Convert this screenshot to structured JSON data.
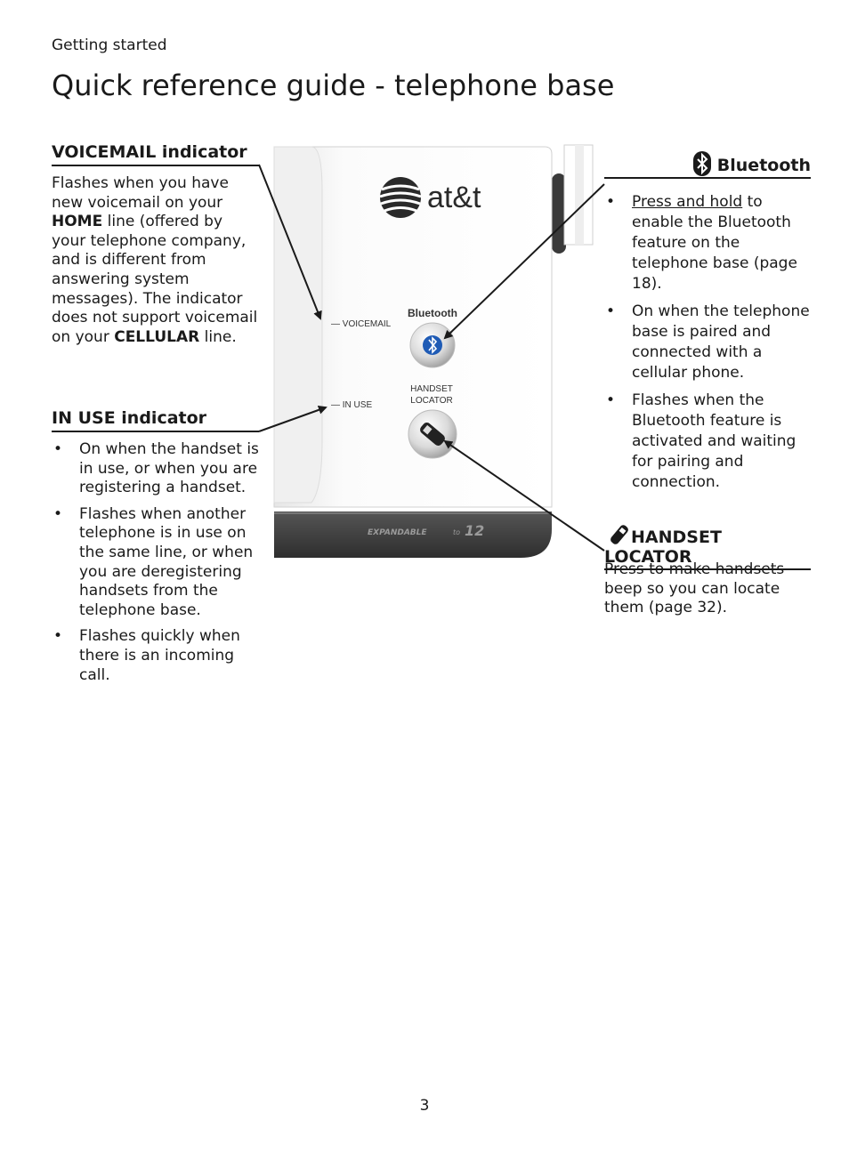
{
  "header": {
    "section": "Getting started",
    "title": "Quick reference guide - telephone base"
  },
  "voicemail": {
    "heading": "VOICEMAIL indicator",
    "text_1": "Flashes when you have new voicemail on your ",
    "home": "HOME",
    "text_2": " line (offered by your telephone company, and is different from answering system messages). The indicator does not support voicemail on your ",
    "cellular": "CELLULAR",
    "text_3": " line."
  },
  "in_use": {
    "heading": "IN USE indicator",
    "bullets": [
      "On when the handset is in use, or when you are registering a handset.",
      "Flashes when another telephone is in use on the same line, or when you are deregistering handsets from the telephone base.",
      "Flashes quickly when there is an incoming call."
    ]
  },
  "bluetooth": {
    "heading": "Bluetooth",
    "bullet_1_link": "Press and hold",
    "bullet_1_rest": " to enable the Bluetooth feature on the telephone base (page 18).",
    "bullet_2": "On when the telephone base is paired and connected with a cellular phone.",
    "bullet_3": "Flashes when the Bluetooth feature is activated and waiting for pairing and connection."
  },
  "handset_locator": {
    "heading": "HANDSET LOCATOR",
    "text": "Press to make handsets beep so you can locate them (page 32)."
  },
  "device": {
    "brand": "at&t",
    "voicemail_label": "— VOICEMAIL",
    "in_use_label": "— IN USE",
    "bluetooth_label": "Bluetooth",
    "locator_label_1": "HANDSET",
    "locator_label_2": "LOCATOR",
    "expandable": "EXPANDABLE",
    "expandable_to": "to",
    "expandable_num": "12"
  },
  "footer": {
    "page_number": "3"
  },
  "colors": {
    "text": "#1a1a1a",
    "bluetooth_blue": "#1f5bb5",
    "base_dark": "#3a3a3a"
  }
}
